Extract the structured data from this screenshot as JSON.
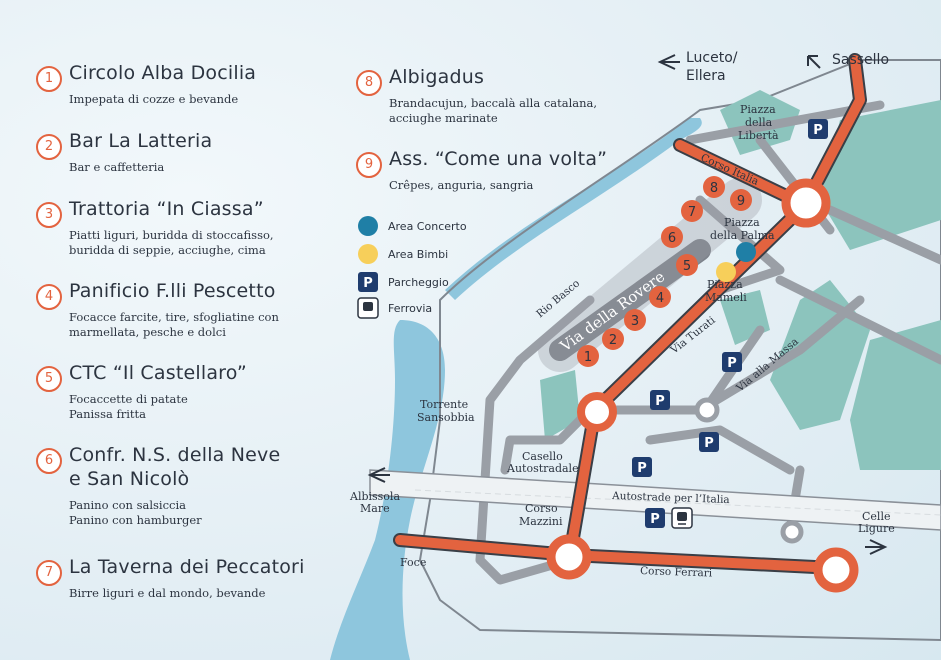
{
  "entries": [
    {
      "num": "1",
      "name": "Circolo Alba Docilia",
      "desc": [
        "Impepata di cozze e bevande"
      ]
    },
    {
      "num": "2",
      "name": "Bar La Latteria",
      "desc": [
        "Bar e caffetteria"
      ]
    },
    {
      "num": "3",
      "name": "Trattoria “In Ciassa”",
      "desc": [
        "Piatti liguri, buridda di stoccafisso,",
        "buridda di seppie, acciughe, cima"
      ]
    },
    {
      "num": "4",
      "name": "Panificio F.lli Pescetto",
      "desc": [
        "Focacce farcite, tire, sfogliatine con",
        "marmellata, pesche e dolci"
      ]
    },
    {
      "num": "5",
      "name": "CTC “Il Castellaro”",
      "desc": [
        "Focaccette di patate",
        "Panissa fritta"
      ]
    },
    {
      "num": "6",
      "name": "Confr. N.S. della Neve",
      "name2": "e San Nicolò",
      "desc": [
        "Panino con salsiccia",
        "Panino con hamburger"
      ]
    },
    {
      "num": "7",
      "name": "La Taverna dei Peccatori",
      "desc": [
        "Birre liguri e dal mondo, bevande"
      ]
    },
    {
      "num": "8",
      "name": "Albigadus",
      "desc": [
        "Brandacujun, baccalà alla catalana,",
        "acciughe marinate"
      ]
    },
    {
      "num": "9",
      "name": "Ass. “Come una volta”",
      "desc": [
        "Crêpes, anguria, sangria"
      ]
    }
  ],
  "map_legend": {
    "concert": "Area Concerto",
    "kids": "Area Bimbi",
    "parking": "Parcheggio",
    "railway": "Ferrovia",
    "parking_symbol": "P"
  },
  "colors": {
    "accent": "#e3633f",
    "concert": "#1f7fa6",
    "kids": "#f7cf5a",
    "parking": "#1f3c6e",
    "water": "#8ec6dd",
    "green": "#8cc4bd"
  },
  "directions": {
    "luceto": [
      "Luceto/",
      "Ellera"
    ],
    "sassello": "Sassello",
    "albissola": [
      "Albissola",
      "Mare"
    ],
    "celle": [
      "Celle",
      "Ligure"
    ]
  },
  "labels": {
    "piazza_liberta": [
      "Piazza",
      "della",
      "Libertà"
    ],
    "piazza_palma": [
      "Piazza",
      "della Palma"
    ],
    "piazza_mameli": [
      "Piazza",
      "Mameli"
    ],
    "torrente": [
      "Torrente",
      "Sansobbia"
    ],
    "casello": [
      "Casello",
      "Autostradale"
    ],
    "corso_mazzini": [
      "Corso",
      "Mazzini"
    ],
    "foce": "Foce",
    "corso_italia": "Corso Italia",
    "via_della_rovere": "Via della Rovere",
    "via_turati": "Via Turati",
    "via_alla_massa": "Via alla Massa",
    "rio_basco": "Rio Basco",
    "autostrade": "Autostrade per l’Italia",
    "corso_ferrari": "Corso Ferrari"
  },
  "stall_numbers": [
    "1",
    "2",
    "3",
    "4",
    "5",
    "6",
    "7",
    "8",
    "9"
  ]
}
